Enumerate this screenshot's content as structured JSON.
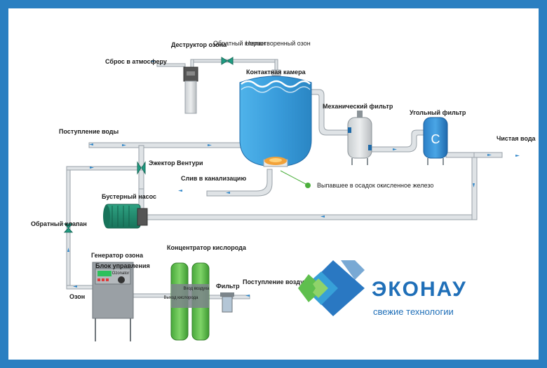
{
  "labels": {
    "atmosphere_release": "Сброс в атмосферу",
    "ozone_destructor": "Деструктор озона",
    "check_valve_top": "Обратный клапан",
    "unreacted_ozone": "Нерастворенный озон",
    "contact_chamber": "Контактная камера",
    "mechanical_filter": "Механический фильтр",
    "carbon_filter": "Угольный фильтр",
    "water_inlet": "Поступление воды",
    "clean_water": "Чистая вода",
    "venturi_ejector": "Эжектор Вентури",
    "sewer_drain": "Слив в канализацию",
    "precipitated_iron": "Выпавшее в осадок окисленное железо",
    "booster_pump": "Бустерный насос",
    "check_valve_left": "Обратный клапан",
    "ozone_generator": "Генератор озона",
    "control_unit": "Блок управления",
    "panel_text": "Ozonator",
    "oxygen_concentrator": "Концентратор кислорода",
    "air_inlet_label": "Вход воздуха",
    "oxygen_outlet_label": "Выход кислорода",
    "filter": "Фильтр",
    "air_inlet": "Поступление воздуха",
    "ozone": "Озон",
    "carbon_filter_letter": "С"
  },
  "brand": {
    "name": "ЭКОНАУ",
    "tagline": "свежие технологии"
  },
  "colors": {
    "frame": "#2a7fc1",
    "water": "#3a9ddc",
    "pipe": "#d9dde0",
    "brand": "#1f6fb8",
    "pump": "#1f8a6e",
    "concentrator": "#5cc24a",
    "sediment": "#f2a23a",
    "legend_dot": "#4caf3c"
  }
}
